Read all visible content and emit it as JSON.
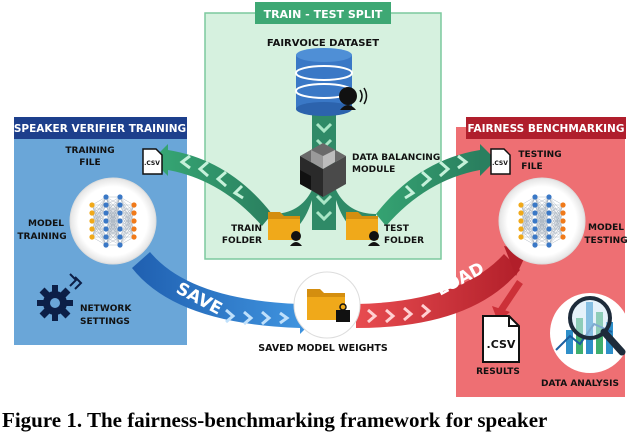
{
  "panels": {
    "train_test_split": "TRAIN - TEST SPLIT",
    "speaker_verifier_training": "SPEAKER VERIFIER TRAINING",
    "fairness_benchmarking": "FAIRNESS BENCHMARKING"
  },
  "labels": {
    "dataset": "FAIRVOICE DATASET",
    "balancing_line1": "DATA BALANCING",
    "balancing_line2": "MODULE",
    "train_folder_line1": "TRAIN",
    "train_folder_line2": "FOLDER",
    "test_folder_line1": "TEST",
    "test_folder_line2": "FOLDER",
    "training_file_line1": "TRAINING",
    "training_file_line2": "FILE",
    "testing_file_line1": "TESTING",
    "testing_file_line2": "FILE",
    "model_training_line1": "MODEL",
    "model_training_line2": "TRAINING",
    "model_testing_line1": "MODEL",
    "model_testing_line2": "TESTING",
    "network_settings_line1": "NETWORK",
    "network_settings_line2": "SETTINGS",
    "saved_weights": "SAVED MODEL WEIGHTS",
    "results": "RESULTS",
    "data_analysis": "DATA ANALYSIS",
    "save": "SAVE",
    "load": "LOAD",
    "csv_small": ".CSV",
    "csv_large": ".CSV"
  },
  "caption": "Figure 1. The fairness-benchmarking framework for speaker",
  "colors": {
    "green_panel": "#d6f1df",
    "green_header": "#3ea874",
    "blue_panel": "#6aa6d8",
    "blue_header": "#1d3f8c",
    "red_panel": "#ee6f73",
    "red_header": "#b01e2c",
    "green_arrow": "#2f8a67",
    "blue_arrow": "#2f79c9",
    "red_arrow": "#cc3038",
    "folder": "#f0a91a",
    "dataset": "#3a78c6"
  }
}
